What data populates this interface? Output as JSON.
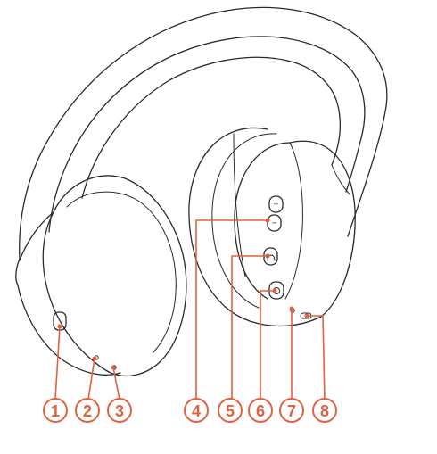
{
  "colors": {
    "outline": "#2a2a2a",
    "callout": "#e2613e",
    "background": "#ffffff"
  },
  "icons": {
    "volume_up": "plus-icon",
    "volume_down": "minus-icon",
    "anc_button": "ambient-icon",
    "power_button": "power-icon"
  },
  "callouts": [
    {
      "number": "1"
    },
    {
      "number": "2"
    },
    {
      "number": "3"
    },
    {
      "number": "4"
    },
    {
      "number": "5"
    },
    {
      "number": "6"
    },
    {
      "number": "7"
    },
    {
      "number": "8"
    }
  ]
}
